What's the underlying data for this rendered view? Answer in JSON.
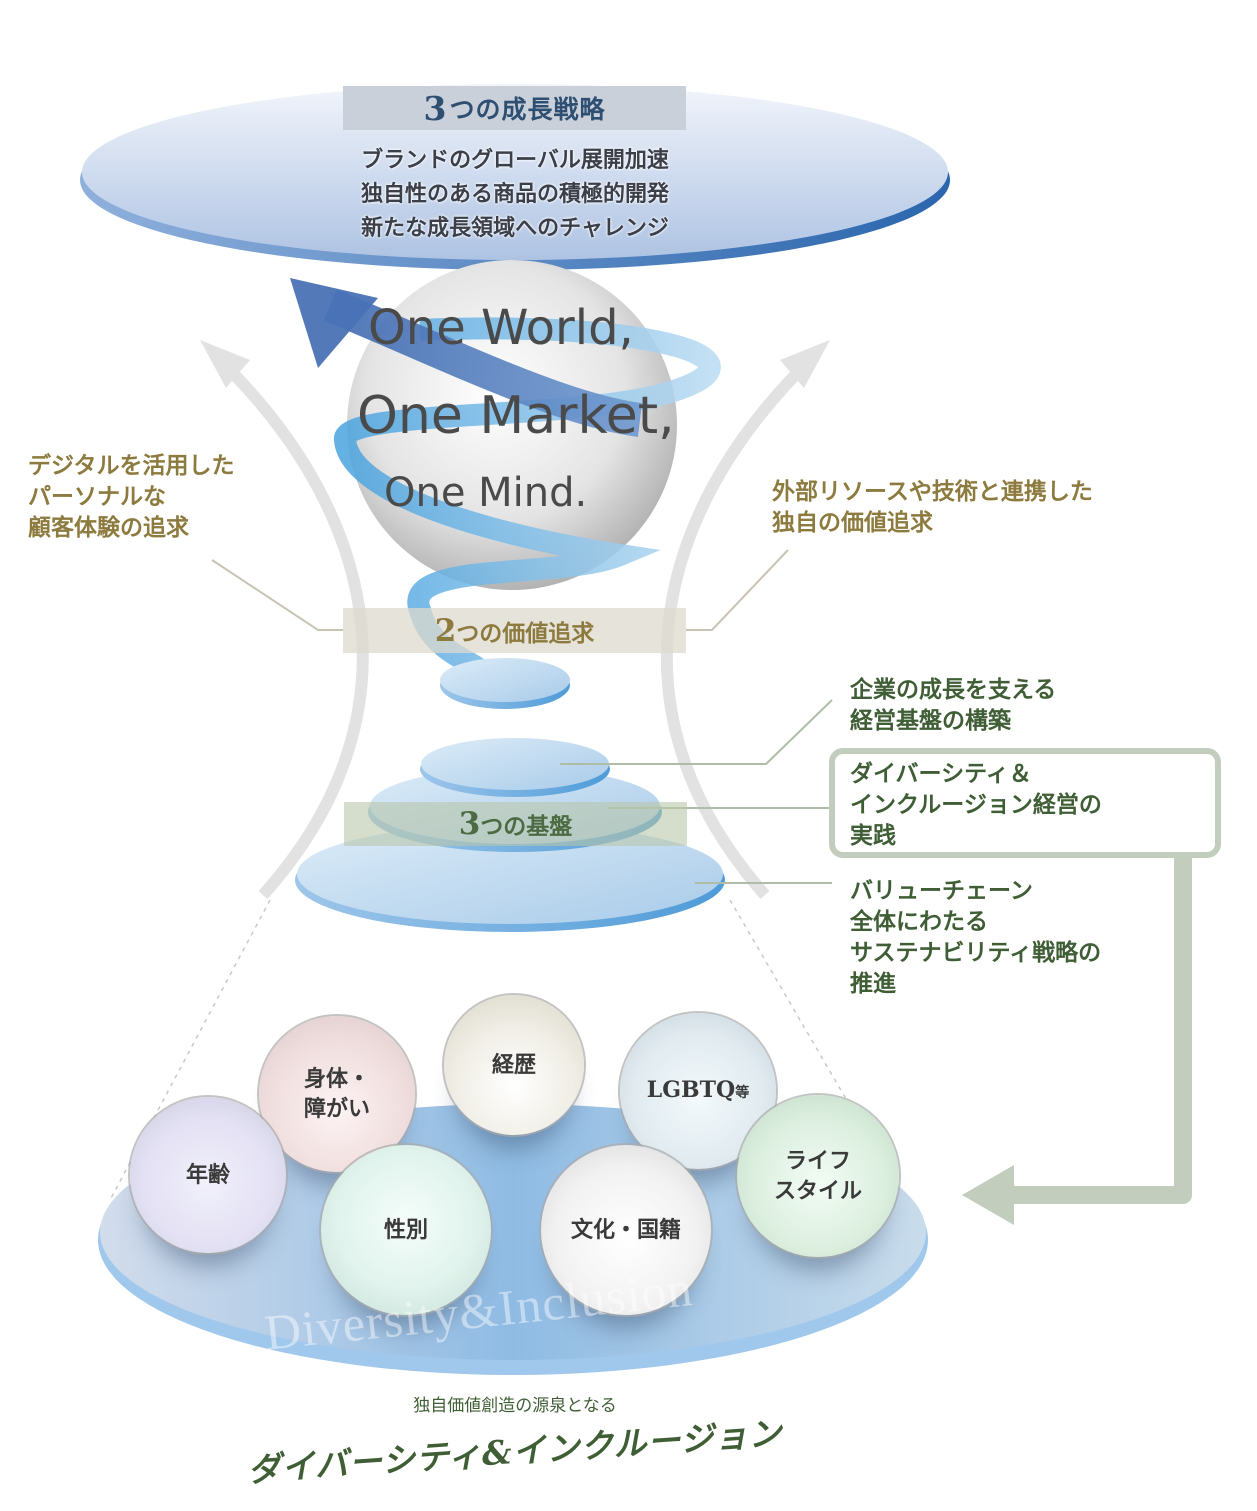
{
  "colors": {
    "strategy_blue": "#2f4f72",
    "value_gold": "#8d7a3e",
    "base_green": "#3f5e35",
    "connector_green": "#c3cdbe",
    "disc_blue": "#a9cbe9"
  },
  "strategy": {
    "title_number": "3",
    "title_rest": "つの成長戦略",
    "items": [
      "ブランドのグローバル展開加速",
      "独自性のある商品の積極的開発",
      "新たな成長領域へのチャレンジ"
    ]
  },
  "globe": {
    "lines": [
      "One World,",
      "One Market,",
      "One Mind."
    ]
  },
  "values": {
    "title_number": "2",
    "title_rest": "つの価値追求",
    "left": [
      "デジタルを活用した",
      "パーソナルな",
      "顧客体験の追求"
    ],
    "right": [
      "外部リソースや技術と連携した",
      "独自の価値追求"
    ]
  },
  "foundations": {
    "title_number": "3",
    "title_rest": "つの基盤",
    "items": [
      {
        "lines": [
          "企業の成長を支える",
          "経営基盤の構築"
        ]
      },
      {
        "lines": [
          "ダイバーシティ＆",
          "インクルージョン経営の",
          "実践"
        ]
      },
      {
        "lines": [
          "バリューチェーン",
          "全体にわたる",
          "サステナビリティ戦略の",
          "推進"
        ]
      }
    ]
  },
  "diversity": {
    "spheres": [
      {
        "id": "age",
        "lines": [
          "年齢"
        ]
      },
      {
        "id": "body",
        "lines": [
          "身体・",
          "障がい"
        ]
      },
      {
        "id": "career",
        "lines": [
          "経歴"
        ]
      },
      {
        "id": "lgbtq",
        "main": "LGBTQ",
        "suffix": "等"
      },
      {
        "id": "lifestyle",
        "lines": [
          "ライフ",
          "スタイル"
        ]
      },
      {
        "id": "gender",
        "lines": [
          "性別"
        ]
      },
      {
        "id": "culture",
        "lines": [
          "文化・国籍"
        ]
      }
    ],
    "watermark": "Diversity&Inclusion",
    "subtitle": "独自価値創造の源泉となる",
    "title": "ダイバーシティ&インクルージョン"
  }
}
